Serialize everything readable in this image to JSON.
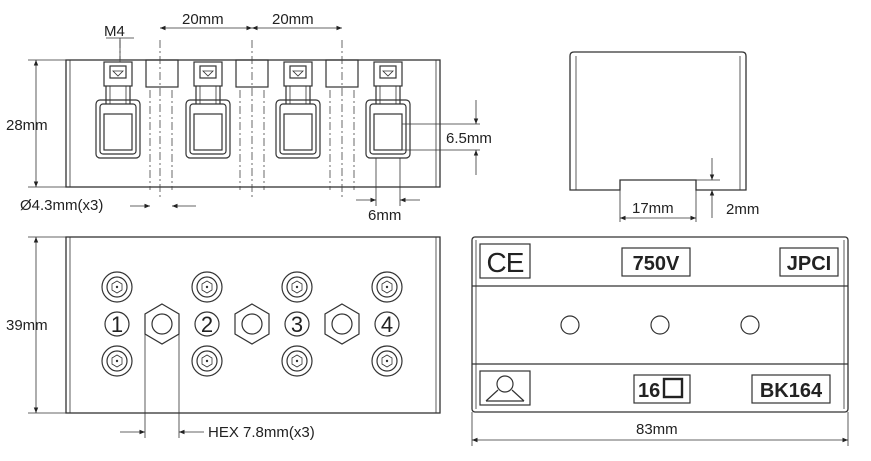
{
  "dimensions": {
    "m4": "M4",
    "pitch_1": "20mm",
    "pitch_2": "20mm",
    "height_side": "28mm",
    "hole_dia": "Ø4.3mm(x3)",
    "terminal_height": "6.5mm",
    "terminal_width": "6mm",
    "notch_width": "17mm",
    "notch_depth": "2mm",
    "depth_top": "39mm",
    "hex": "HEX 7.8mm(x3)",
    "length": "83mm"
  },
  "positions": [
    "1",
    "2",
    "3",
    "4"
  ],
  "markings": {
    "ce": "CE",
    "voltage": "750V",
    "brand": "JPCI",
    "size": "16",
    "model": "BK164"
  }
}
